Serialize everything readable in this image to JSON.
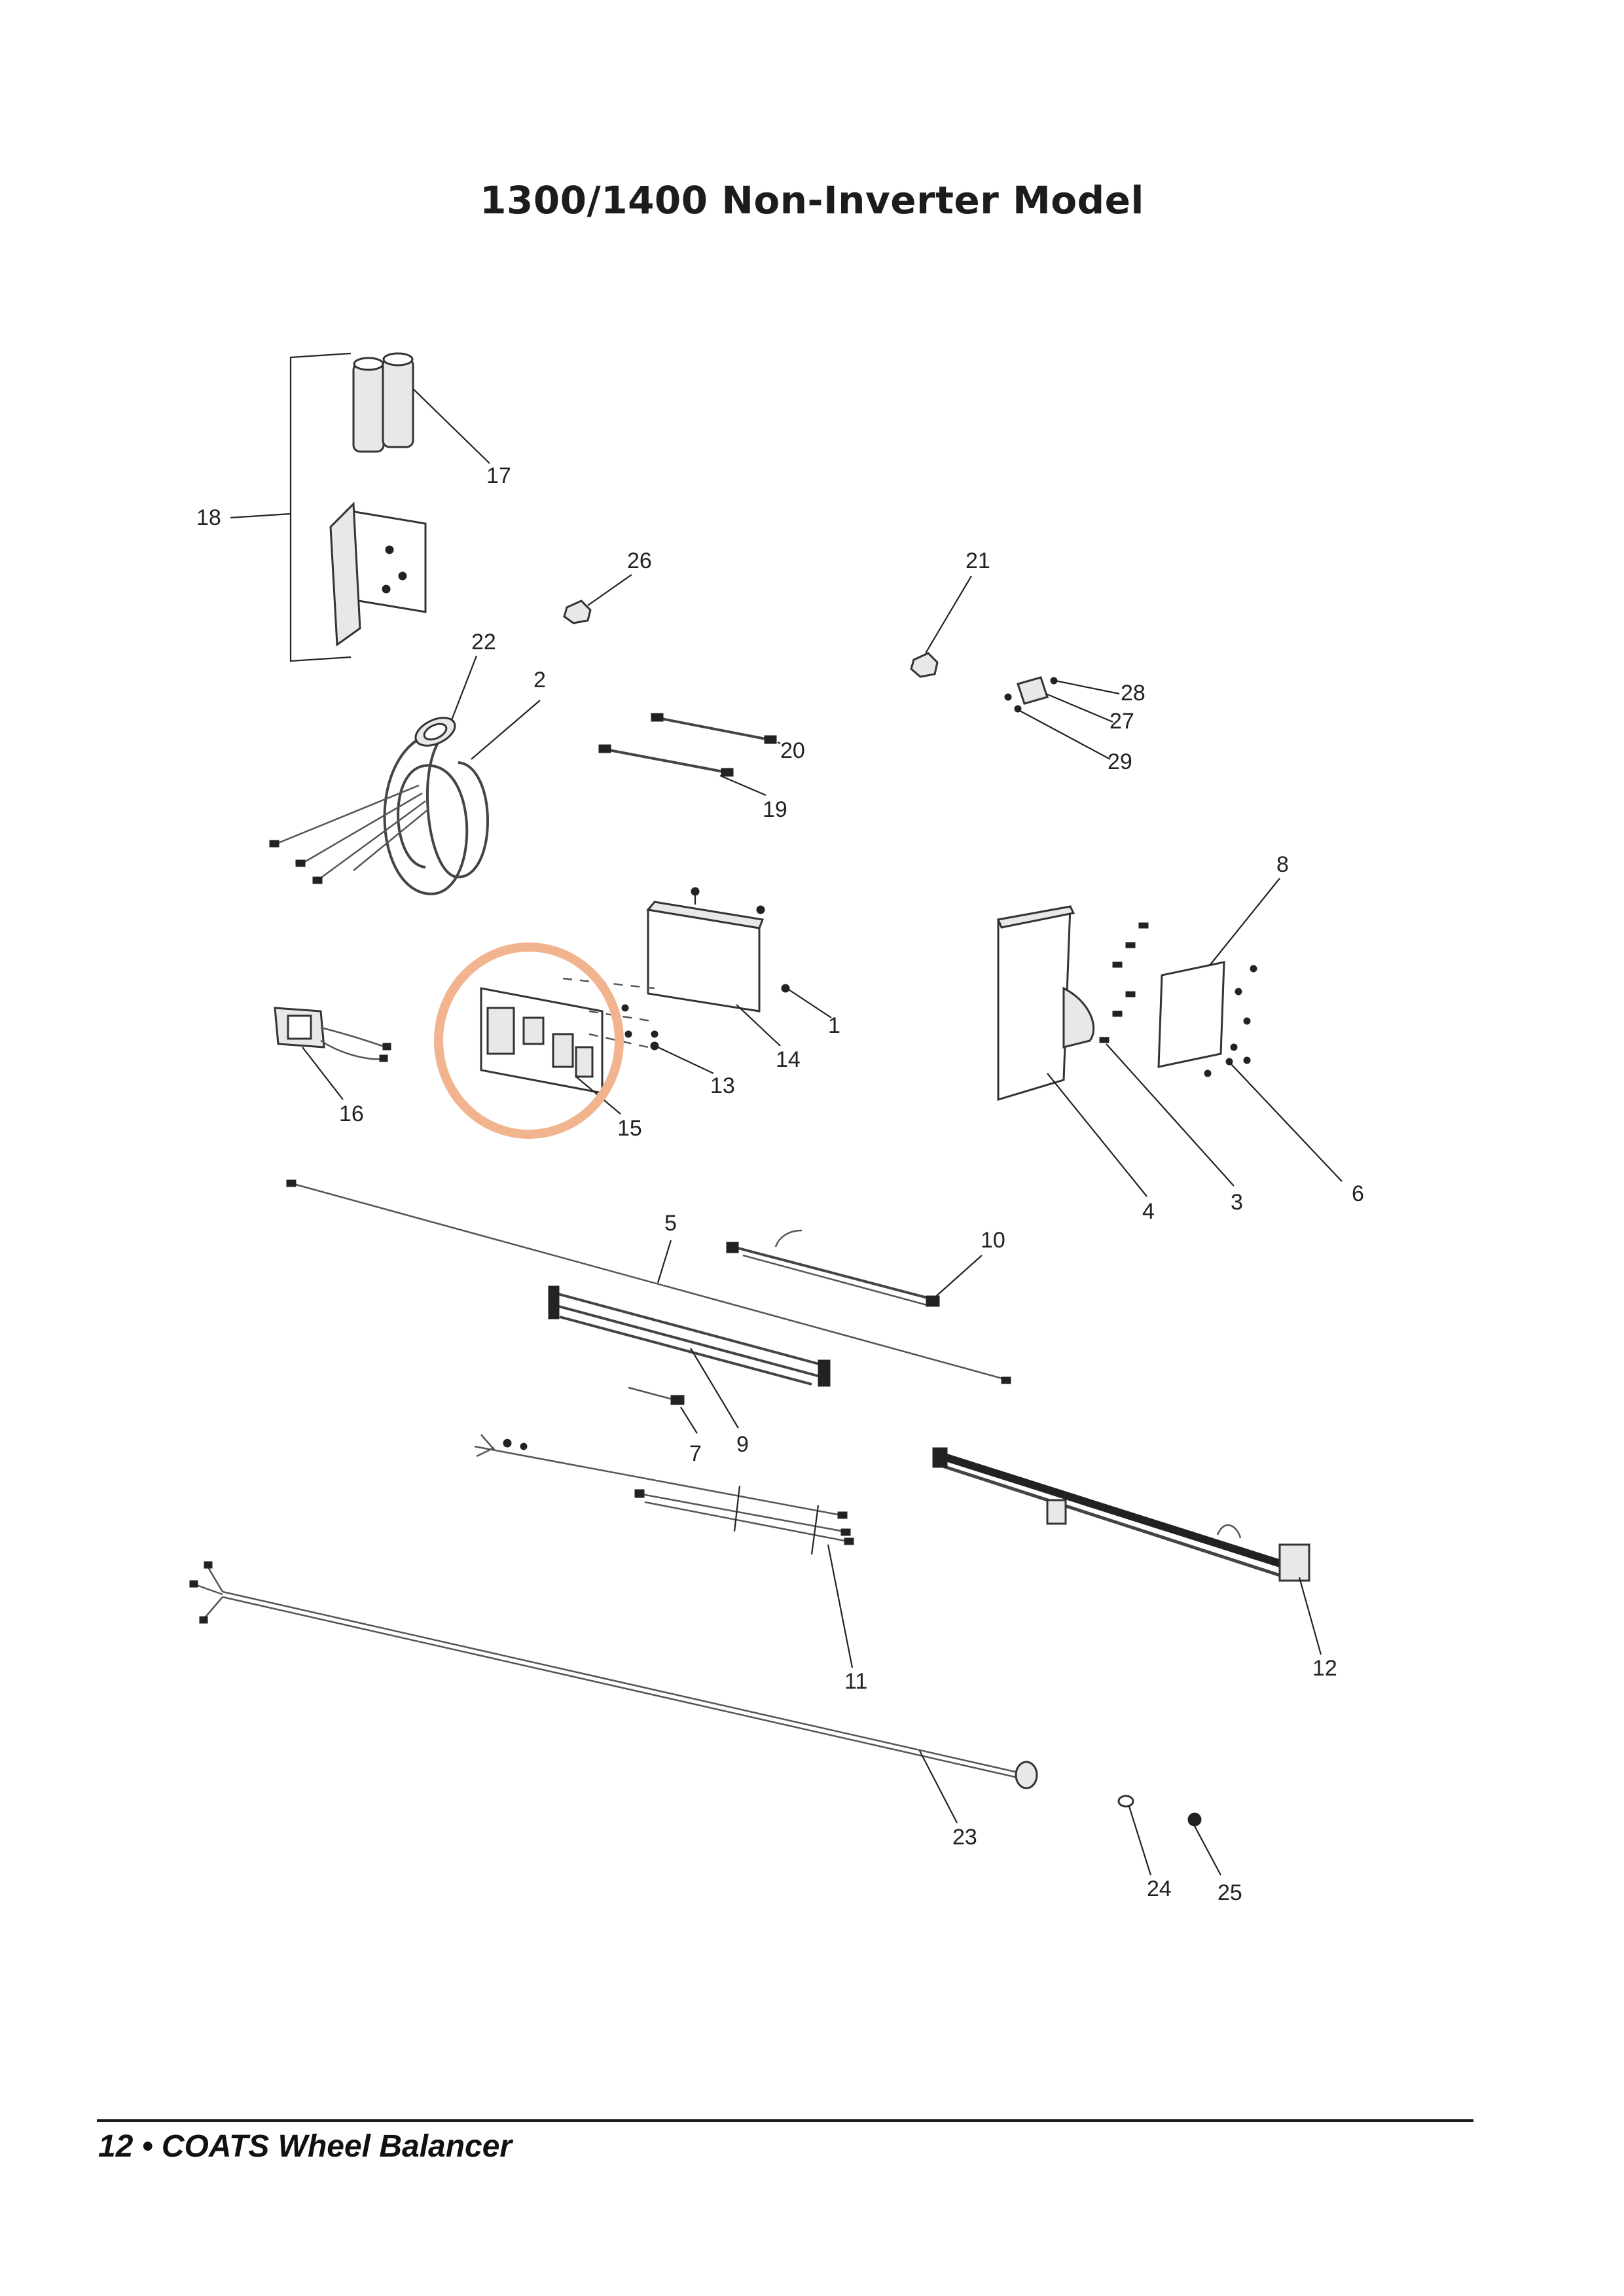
{
  "title": "1300/1400 Non-Inverter Model",
  "footer": "12 • COATS Wheel Balancer",
  "highlight_color": "#f2b48f",
  "callouts": [
    {
      "id": "1",
      "label": "1"
    },
    {
      "id": "2",
      "label": "2"
    },
    {
      "id": "3",
      "label": "3"
    },
    {
      "id": "4",
      "label": "4"
    },
    {
      "id": "5",
      "label": "5"
    },
    {
      "id": "6",
      "label": "6"
    },
    {
      "id": "7",
      "label": "7"
    },
    {
      "id": "8",
      "label": "8"
    },
    {
      "id": "9",
      "label": "9"
    },
    {
      "id": "10",
      "label": "10"
    },
    {
      "id": "11",
      "label": "11"
    },
    {
      "id": "12",
      "label": "12"
    },
    {
      "id": "13",
      "label": "13"
    },
    {
      "id": "14",
      "label": "14"
    },
    {
      "id": "15",
      "label": "15"
    },
    {
      "id": "16",
      "label": "16"
    },
    {
      "id": "17",
      "label": "17"
    },
    {
      "id": "18",
      "label": "18"
    },
    {
      "id": "19",
      "label": "19"
    },
    {
      "id": "20",
      "label": "20"
    },
    {
      "id": "21",
      "label": "21"
    },
    {
      "id": "22",
      "label": "22"
    },
    {
      "id": "23",
      "label": "23"
    },
    {
      "id": "24",
      "label": "24"
    },
    {
      "id": "25",
      "label": "25"
    },
    {
      "id": "26",
      "label": "26"
    },
    {
      "id": "27",
      "label": "27"
    },
    {
      "id": "28",
      "label": "28"
    },
    {
      "id": "29",
      "label": "29"
    }
  ]
}
